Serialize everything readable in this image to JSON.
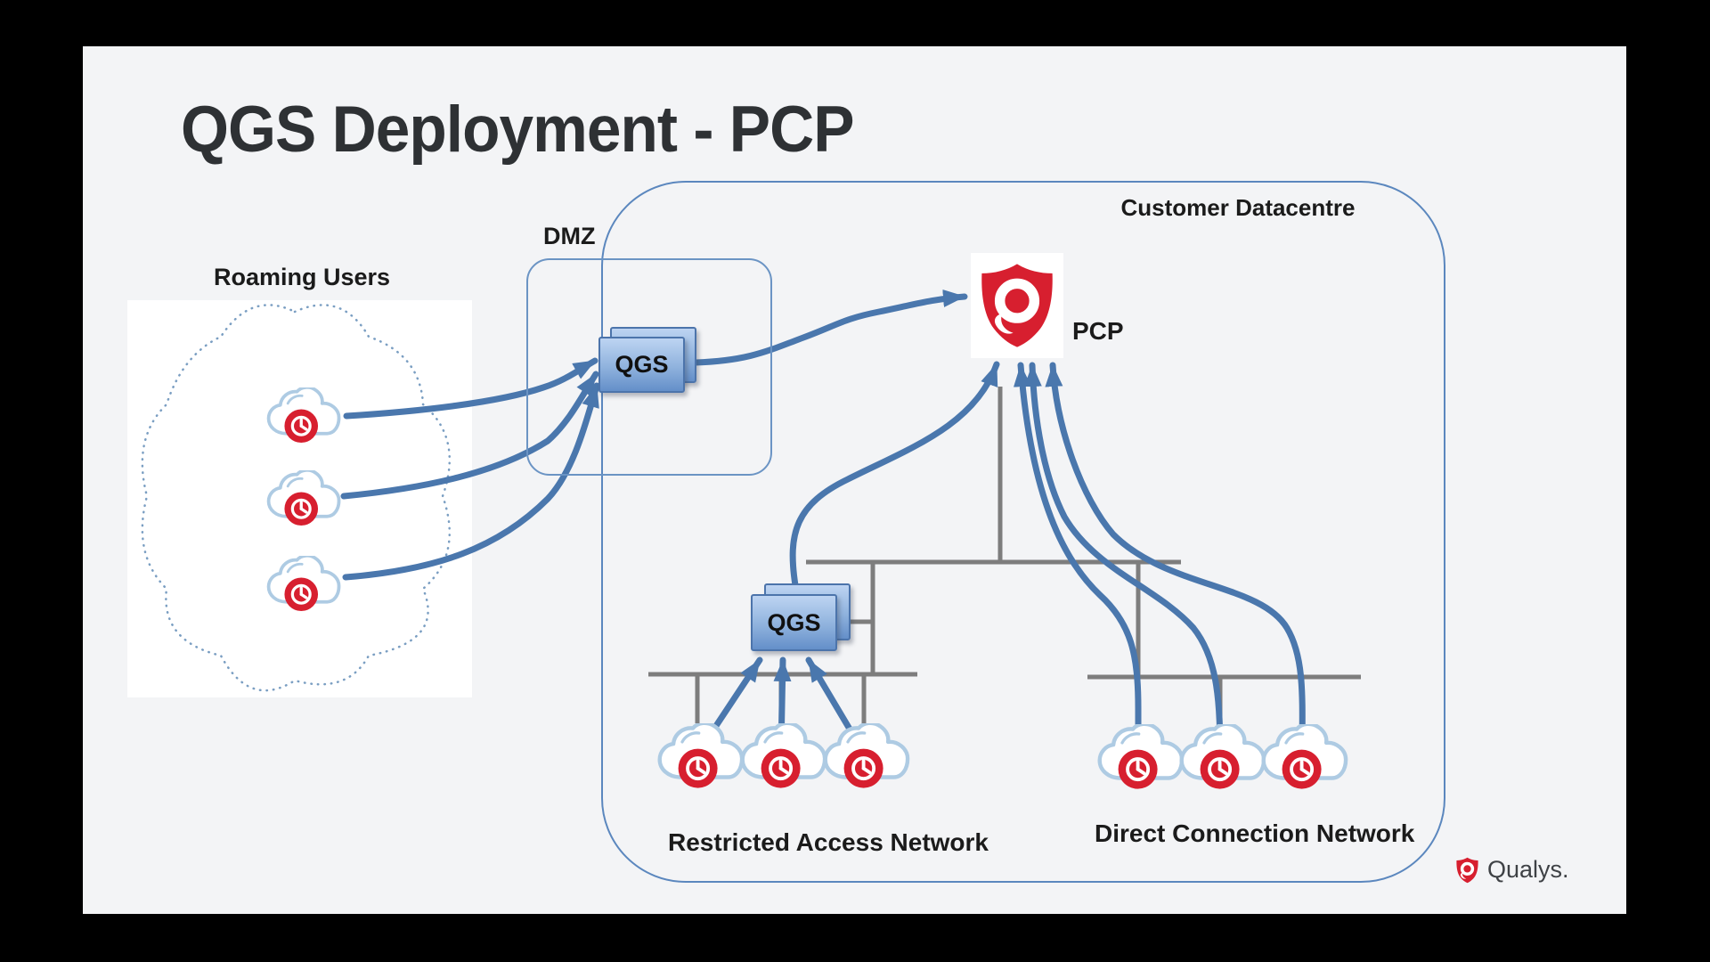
{
  "slide": {
    "title": "QGS Deployment - PCP",
    "regions": {
      "roaming_users": {
        "label": "Roaming Users"
      },
      "dmz": {
        "label": "DMZ"
      },
      "customer_datacentre": {
        "label": "Customer Datacentre"
      },
      "restricted_access_network": {
        "label": "Restricted Access Network"
      },
      "direct_connection_network": {
        "label": "Direct Connection Network"
      }
    },
    "nodes": {
      "qgs_dmz": {
        "label": "QGS"
      },
      "qgs_restricted": {
        "label": "QGS"
      },
      "pcp": {
        "label": "PCP"
      }
    },
    "agents": {
      "roaming_count": 3,
      "restricted_count": 3,
      "direct_count": 3
    },
    "branding": {
      "qualys_wordmark": "Qualys."
    },
    "colors": {
      "accent_blue": "#4a77ad",
      "line_grey": "#7d7d7d",
      "qualys_red": "#d71f2f",
      "cloud_outline": "#aecbe3",
      "dotted_cloud": "#7a9ec2",
      "node_border": "#4c74ab",
      "container_border": "#5b87be",
      "title_color": "#2e3134",
      "slide_background": "#f3f4f6"
    },
    "icons": {
      "cloud_agent": "cloud-clock-icon",
      "qualys_shield": "qualys-shield-icon",
      "arrow": "arrowhead-icon"
    }
  }
}
